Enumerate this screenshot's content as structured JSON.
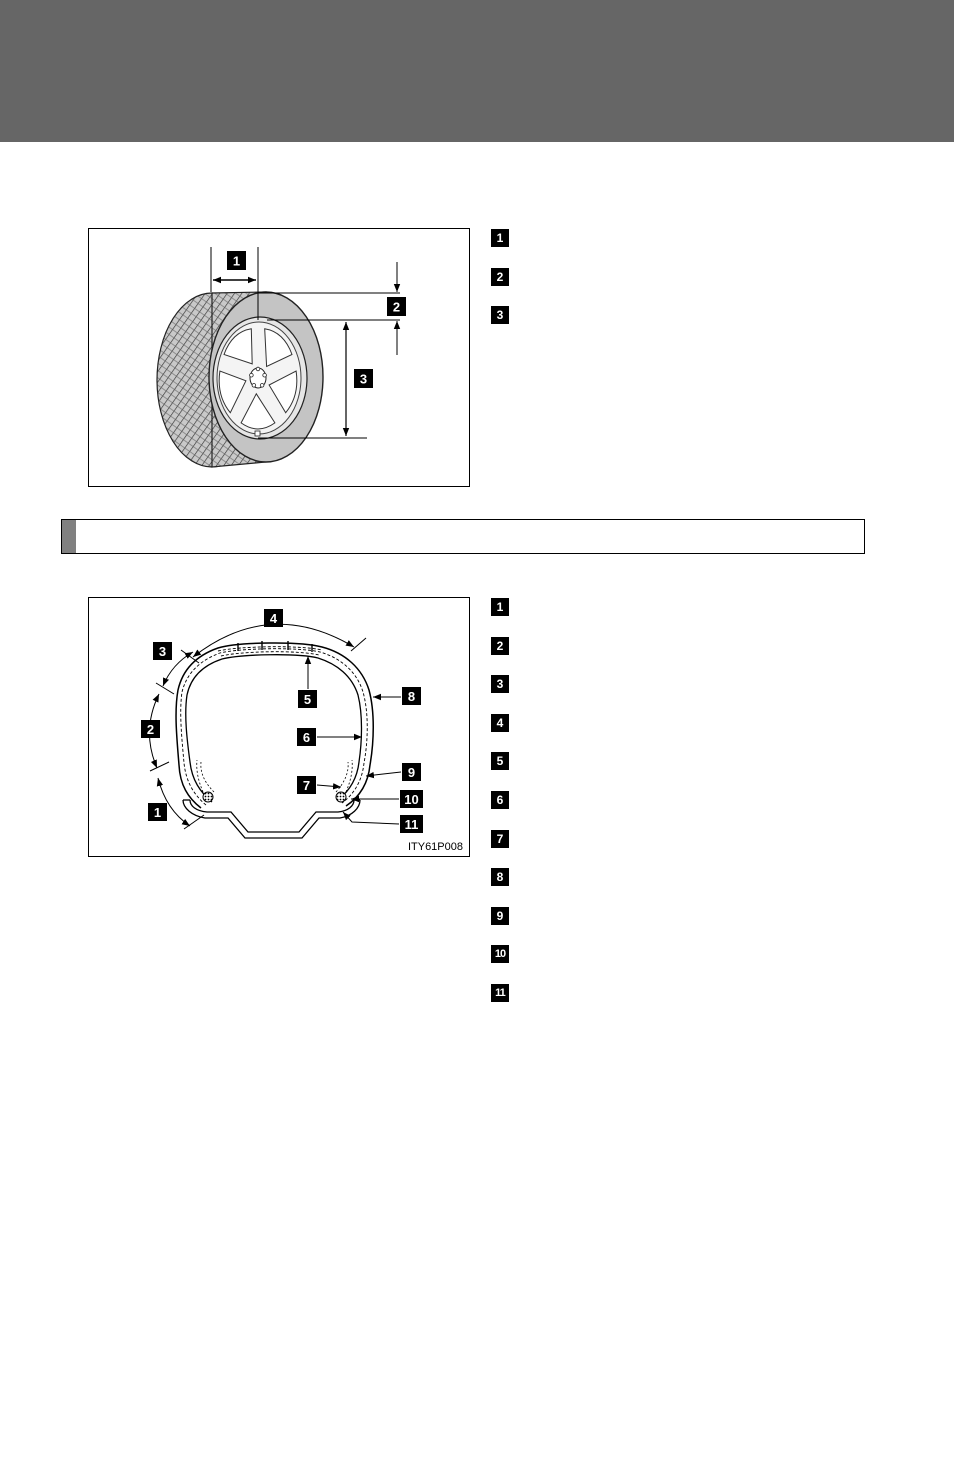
{
  "colors": {
    "header_bar": "#666666",
    "section_strip": "#808080",
    "badge": "#000000",
    "badge_text": "#ffffff"
  },
  "figure1": {
    "callouts": [
      "1",
      "2",
      "3"
    ],
    "legend": [
      "1",
      "2",
      "3"
    ]
  },
  "figure2": {
    "callouts": [
      "1",
      "2",
      "3",
      "4",
      "5",
      "6",
      "7",
      "8",
      "9",
      "10",
      "11"
    ],
    "code": "ITY61P008",
    "legend": [
      "1",
      "2",
      "3",
      "4",
      "5",
      "6",
      "7",
      "8",
      "9",
      "10",
      "11"
    ]
  }
}
